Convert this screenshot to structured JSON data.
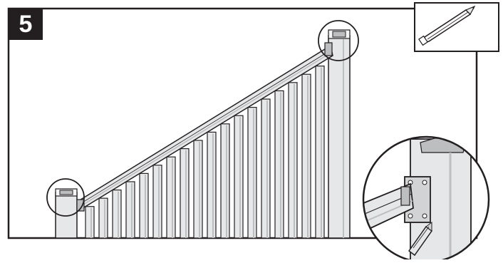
{
  "step": {
    "number": "5"
  },
  "tool_icon": "pencil-icon",
  "illustration": {
    "subject": "railing-installation",
    "callouts": [
      "left-post-bracket-highlight",
      "right-post-bracket-highlight",
      "detail-zoom-bracket-marking"
    ]
  },
  "colors": {
    "line": "#231f20",
    "part_fill": "#e6e7e8",
    "shade": "#bcbec0",
    "background": "#ffffff"
  }
}
